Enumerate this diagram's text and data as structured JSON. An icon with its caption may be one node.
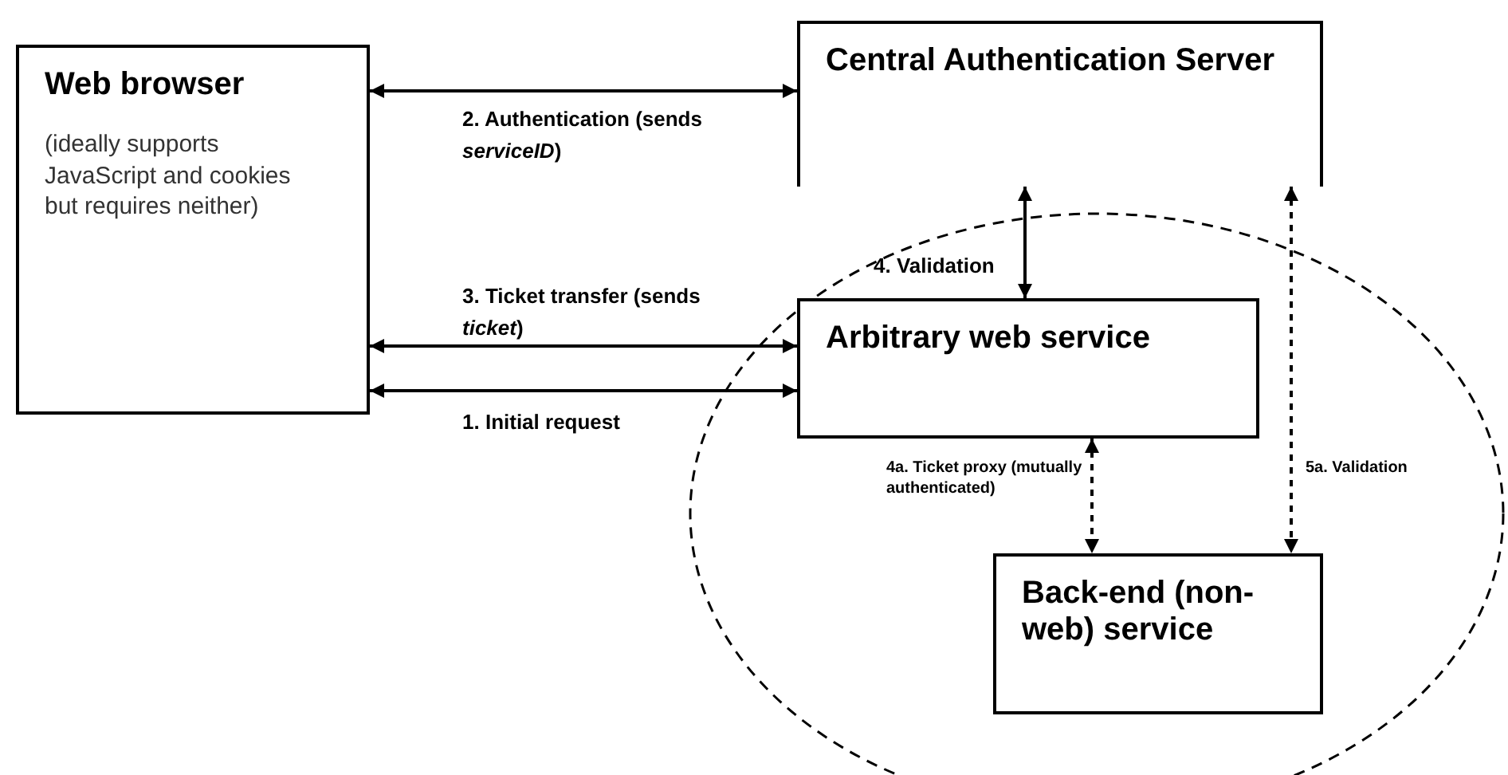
{
  "diagram": {
    "nodes": [
      {
        "text": [
          "Web browser",
          "(ideally supports JavaScript and cookies but requires neither)"
        ]
      },
      {
        "text": [
          "Central Authentication Server"
        ]
      },
      {
        "text": [
          "Arbitrary web service"
        ]
      },
      {
        "text": [
          "Back-end (non-web) service"
        ]
      }
    ],
    "edges": [
      {
        "from": 0,
        "to": 1,
        "arrow": "both",
        "label": "2. Authentication (sends *serviceID*)"
      },
      {
        "from": 0,
        "to": 2,
        "arrow": "both",
        "label": "3. Ticket transfer (sends *ticket*)"
      },
      {
        "from": 0,
        "to": 2,
        "arrow": "both",
        "label": "1. Initial request"
      },
      {
        "from": 1,
        "to": 2,
        "arrow": "both",
        "label": "4. Validation"
      },
      {
        "from": 2,
        "to": 3,
        "arrow": "both",
        "label": "4a. Ticket proxy (mutually authenticated)",
        "style": "dashed"
      },
      {
        "from": 1,
        "to": 3,
        "arrow": "both",
        "label": "5a. Validation",
        "style": "dashed"
      }
    ]
  }
}
